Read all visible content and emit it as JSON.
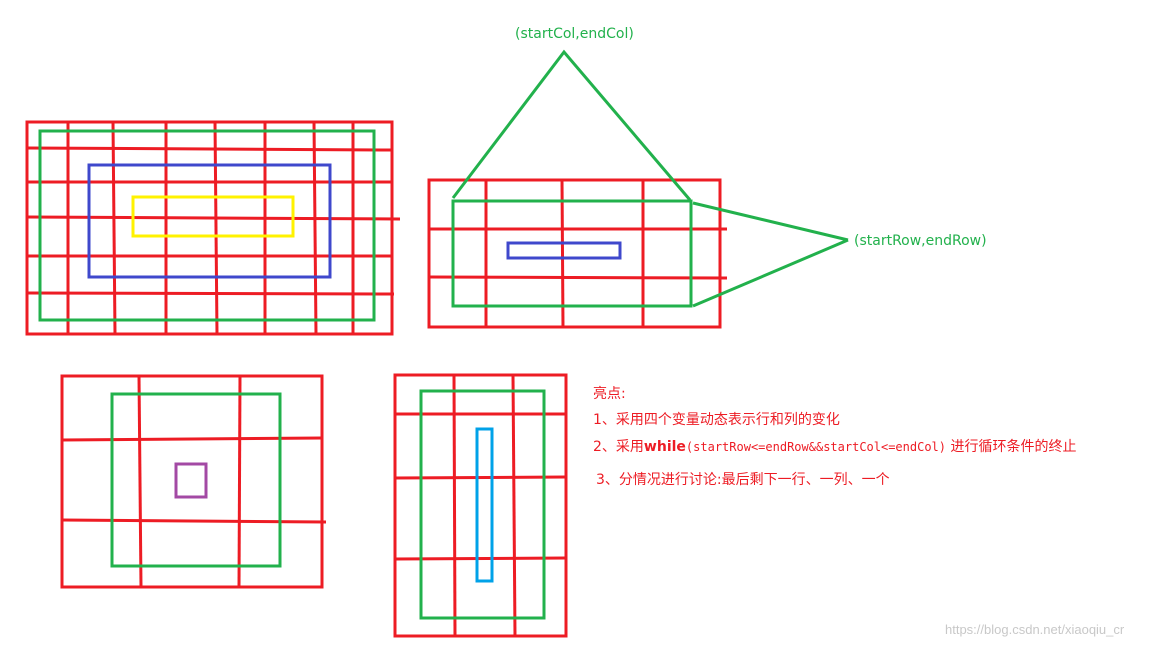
{
  "labels": {
    "col": "(startCol,endCol)",
    "row": "(startRow,endRow)"
  },
  "notes": {
    "title": "亮点:",
    "line1": "1、采用四个变量动态表示行和列的变化",
    "line2_prefix": "2、采用",
    "line2_bold": "while",
    "line2_code": "(startRow<=endRow&&startCol<=endCol)",
    "line2_suffix": "进行循环条件的终止",
    "line3": "3、分情况进行讨论:最后剩下一行、一列、一个"
  },
  "watermark": "https://blog.csdn.net/xiaoqiu_cr",
  "colors": {
    "grid": "#ed1c24",
    "green": "#22b14c",
    "blue": "#3f48cc",
    "yellow": "#fff200",
    "purple": "#a349a4",
    "cyan": "#00a2e8"
  }
}
